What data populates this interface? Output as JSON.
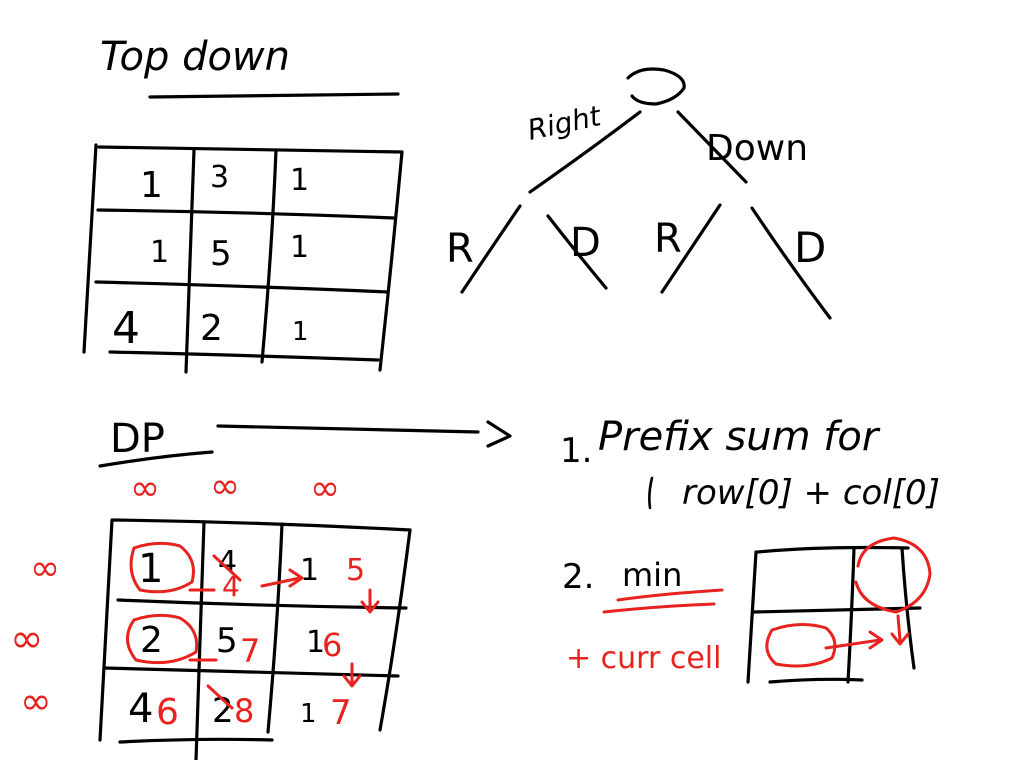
{
  "top_down": {
    "title": "Top down",
    "grid": [
      [
        "1",
        "3",
        "1"
      ],
      [
        "1",
        "5",
        "1"
      ],
      [
        "4",
        "2",
        "1"
      ]
    ]
  },
  "tree": {
    "left_branch": "Right",
    "right_branch": "Down",
    "leaves": [
      "R",
      "D",
      "R",
      "D"
    ]
  },
  "dp": {
    "title": "DP",
    "infinity_symbol": "∞",
    "grid": [
      [
        "1",
        "4",
        "1"
      ],
      [
        "2",
        "5",
        "1"
      ],
      [
        "4",
        "2",
        "1"
      ]
    ],
    "red_values": [
      [
        "",
        "4",
        "5"
      ],
      [
        "",
        "7",
        "6"
      ],
      [
        "6",
        "8",
        "7"
      ]
    ]
  },
  "notes": {
    "step1_number": "1.",
    "step1_text": "Prefix sum for",
    "step1_sub": "row[0] + col[0]",
    "step2_number": "2.",
    "step2_text": "min",
    "step2_sub": "+ curr cell"
  },
  "colors": {
    "ink": "#000000",
    "red": "#e8231f"
  }
}
